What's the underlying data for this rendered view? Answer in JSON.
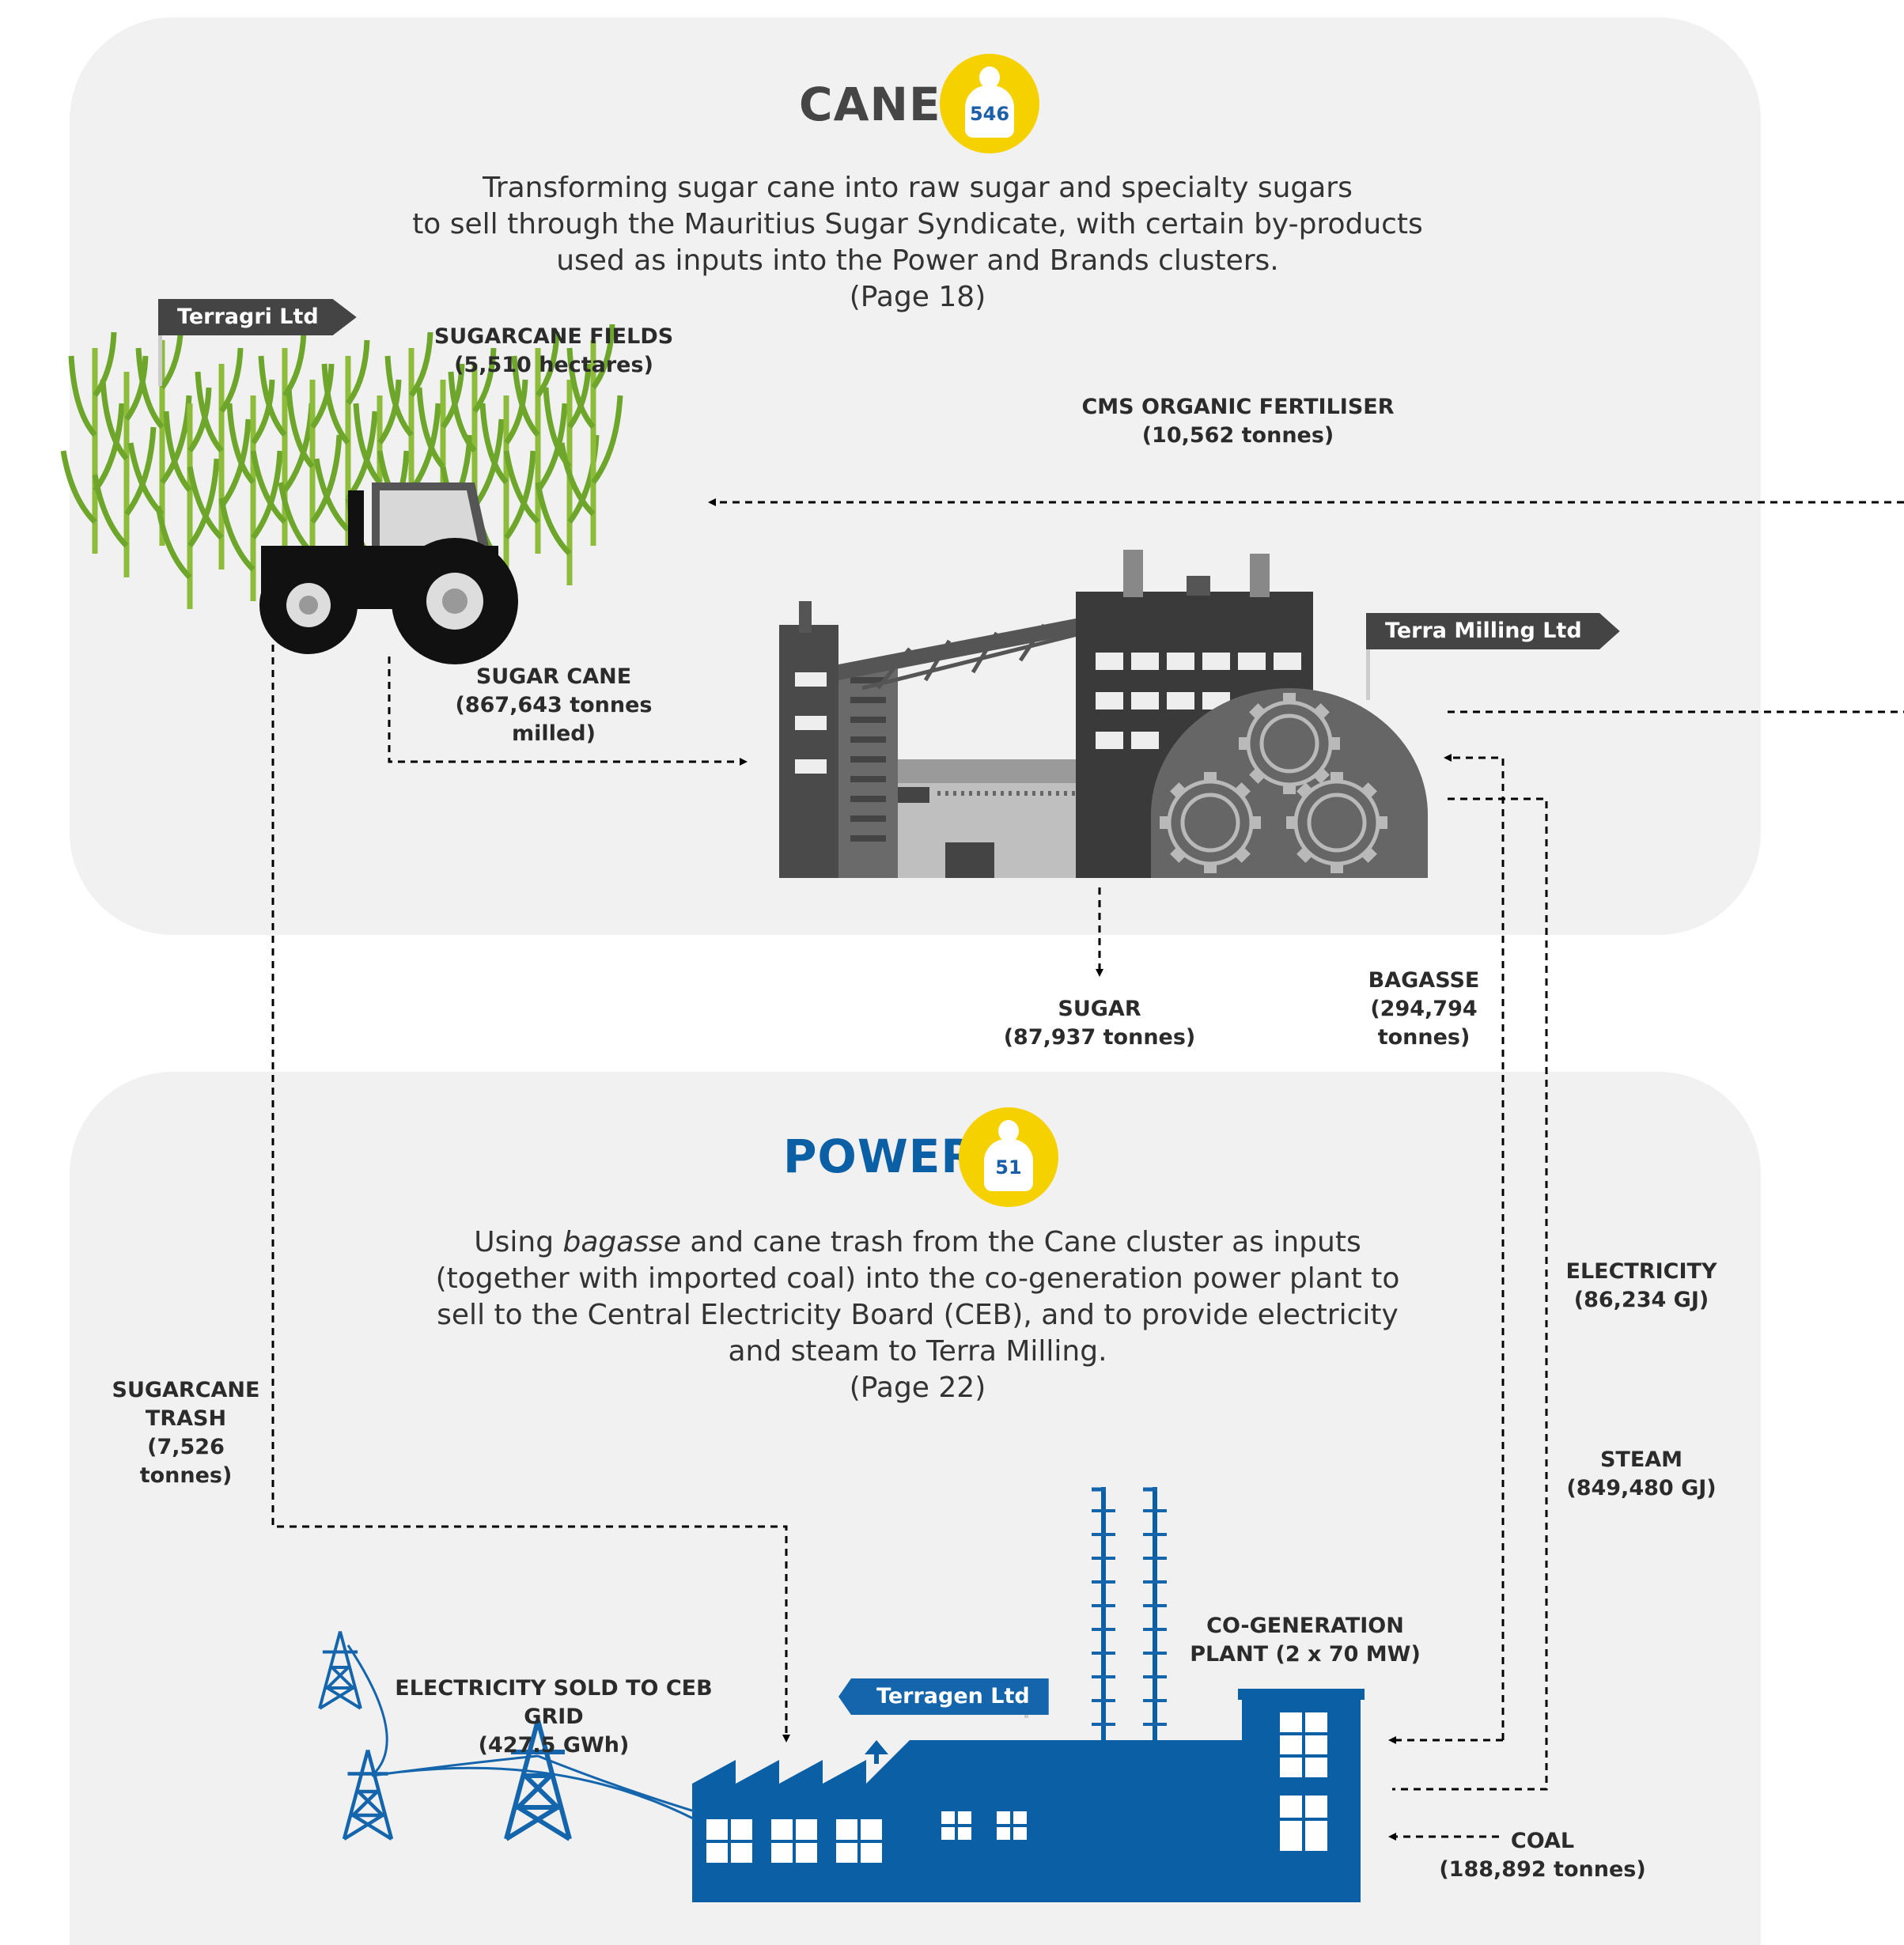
{
  "cane": {
    "title": "CANE",
    "badge": "546",
    "desc_1": "Transforming sugar cane into raw sugar and specialty sugars",
    "desc_2": "to sell through the Mauritius Sugar Syndicate, with certain by-products",
    "desc_3": "used as inputs into the Power and Brands clusters.",
    "page": "(Page 18)"
  },
  "power": {
    "title": "POWER",
    "badge": "51",
    "desc_1a": "Using ",
    "desc_1b": "bagasse",
    "desc_1c": " and cane trash from the Cane cluster as inputs",
    "desc_2": "(together with imported coal) into the co-generation power plant to",
    "desc_3": "sell to the Central Electricity Board (CEB), and to provide electricity",
    "desc_4": "and steam to Terra Milling.",
    "page": "(Page 22)"
  },
  "flags": {
    "terragri": "Terragri Ltd",
    "terra_milling": "Terra Milling Ltd",
    "terragen": "Terragen Ltd"
  },
  "labels": {
    "sugarcane_fields": [
      "SUGARCANE FIELDS",
      "(5,510 hectares)"
    ],
    "cms_fertiliser": [
      "CMS ORGANIC FERTILISER",
      "(10,562 tonnes)"
    ],
    "sugar_cane": [
      "SUGAR CANE",
      "(867,643 tonnes",
      "milled)"
    ],
    "sugar": [
      "SUGAR",
      "(87,937 tonnes)"
    ],
    "bagasse": [
      "BAGASSE",
      "(294,794",
      "tonnes)"
    ],
    "electricity": [
      "ELECTRICITY",
      "(86,234 GJ)"
    ],
    "steam": [
      "STEAM",
      "(849,480 GJ)"
    ],
    "sugarcane_trash": [
      "SUGARCANE",
      "TRASH",
      "(7,526",
      "tonnes)"
    ],
    "cogeneration": [
      "CO-GENERATION",
      "PLANT (2 x 70 MW)"
    ],
    "electricity_sold": [
      "ELECTRICITY SOLD TO CEB GRID",
      "(427.5 GWh)"
    ],
    "coal": [
      "COAL",
      "(188,892 tonnes)"
    ]
  },
  "colors": {
    "panel": "#f1f1f1",
    "badge": "#f6d100",
    "power_blue": "#0b5fa5",
    "factory_dark": "#444444"
  }
}
